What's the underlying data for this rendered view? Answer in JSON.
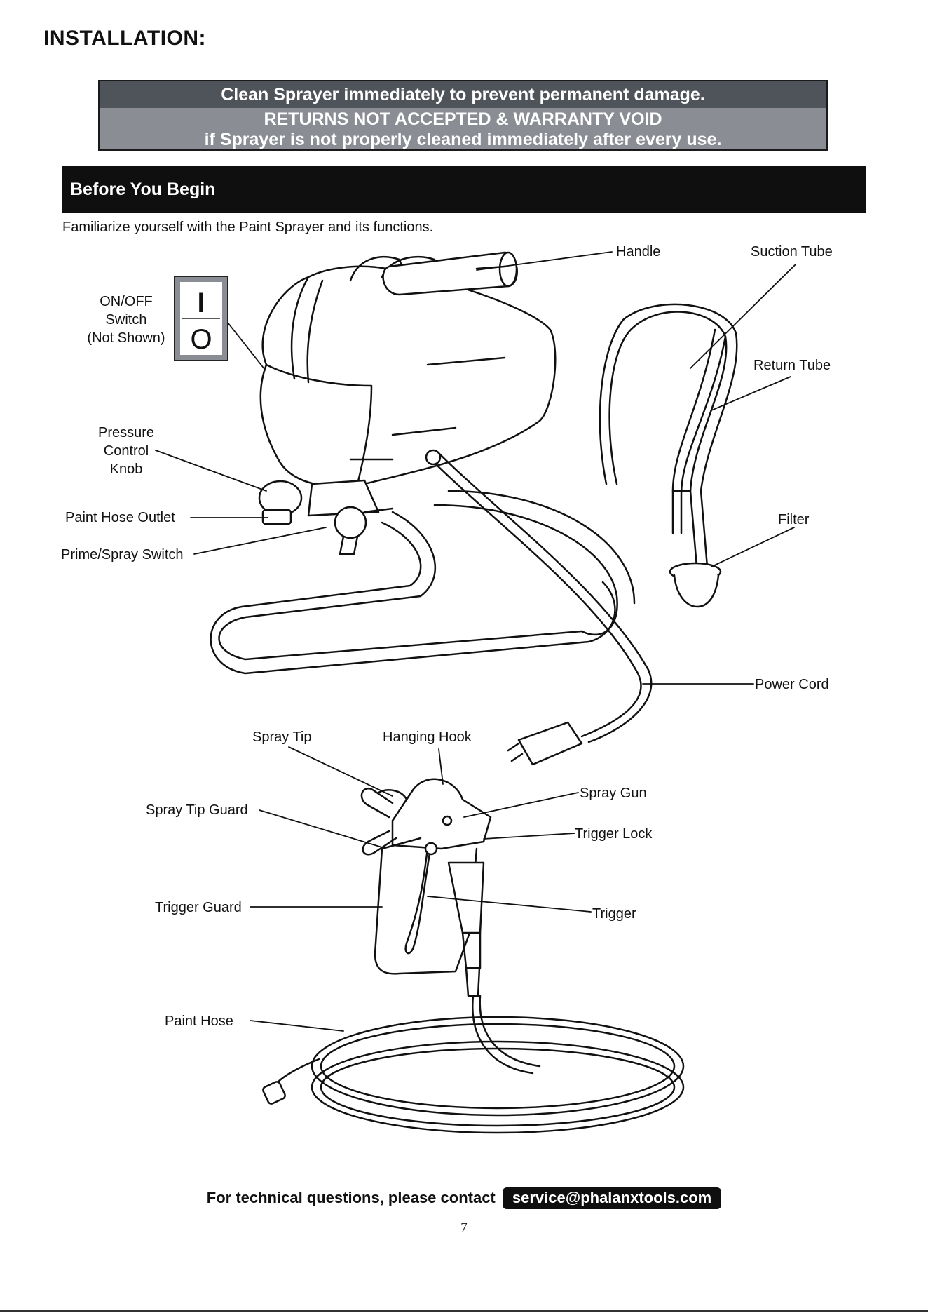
{
  "page": {
    "title": "INSTALLATION:",
    "page_number": "7"
  },
  "warning": {
    "line1": "Clean Sprayer immediately to prevent permanent damage.",
    "line2": "RETURNS NOT ACCEPTED & WARRANTY VOID",
    "line3": "if Sprayer is not properly cleaned immediately after every use.",
    "colors": {
      "top": "#4f535a",
      "bottom": "#8a8e94"
    }
  },
  "section": {
    "heading": "Before You Begin",
    "intro": "Familiarize yourself with the Paint Sprayer and its functions."
  },
  "switch_symbols": {
    "on": "I",
    "off": "O"
  },
  "labels": {
    "handle": "Handle",
    "suction_tube": "Suction Tube",
    "on_off_switch": [
      "ON/OFF",
      "Switch",
      "(Not Shown)"
    ],
    "return_tube": "Return Tube",
    "pressure_control_knob": [
      "Pressure",
      "Control",
      "Knob"
    ],
    "paint_hose_outlet": "Paint Hose Outlet",
    "filter": "Filter",
    "prime_spray_switch": "Prime/Spray Switch",
    "power_cord": "Power Cord",
    "spray_tip": "Spray Tip",
    "hanging_hook": "Hanging Hook",
    "spray_gun": "Spray Gun",
    "spray_tip_guard": "Spray Tip Guard",
    "trigger_lock": "Trigger Lock",
    "trigger_guard": "Trigger Guard",
    "trigger": "Trigger",
    "paint_hose": "Paint Hose"
  },
  "footer": {
    "text": "For technical questions, please contact",
    "email": "service@phalanxtools.com"
  }
}
